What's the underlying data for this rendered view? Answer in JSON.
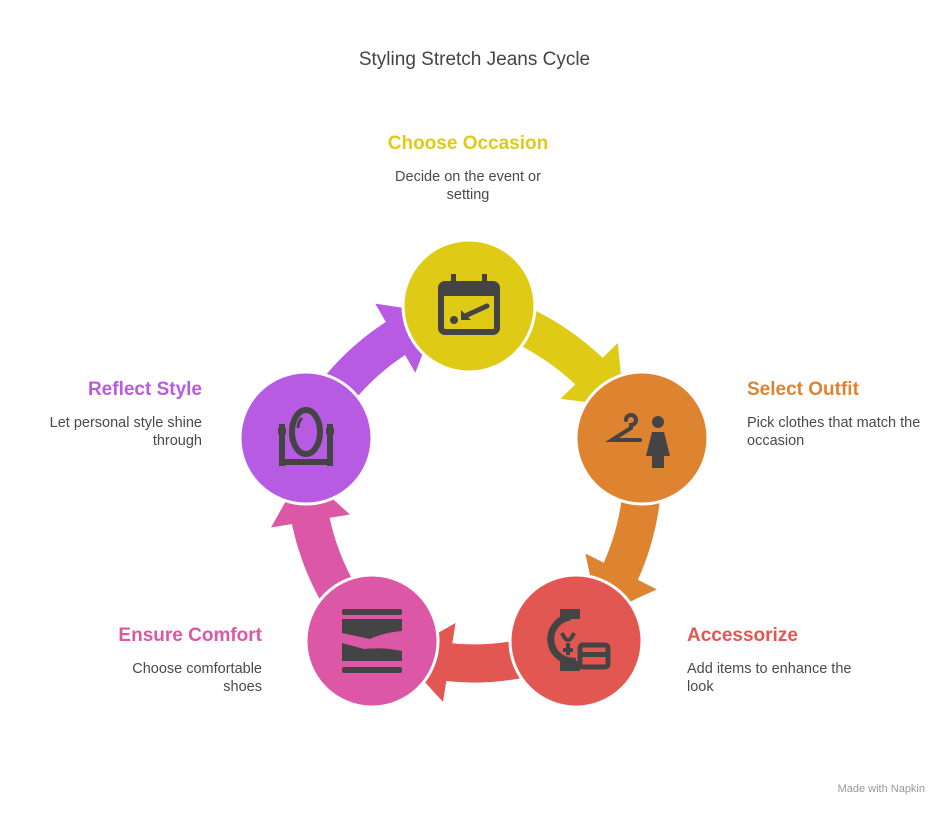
{
  "title": "Styling Stretch Jeans Cycle",
  "steps": [
    {
      "label": "Choose Occasion",
      "desc": "Decide on the event or setting",
      "color": "#DFCB16",
      "icon": "calendar-icon"
    },
    {
      "label": "Select Outfit",
      "desc": "Pick clothes that match the occasion",
      "color": "#DE8330",
      "icon": "hanger-person-icon"
    },
    {
      "label": "Accessorize",
      "desc": "Add items to enhance the look",
      "color": "#E35753",
      "icon": "watch-card-icon"
    },
    {
      "label": "Ensure Comfort",
      "desc": "Choose comfortable shoes",
      "color": "#DD57A7",
      "icon": "shoes-icon"
    },
    {
      "label": "Reflect Style",
      "desc": "Let personal style shine through",
      "color": "#B75BE3",
      "icon": "mirror-icon"
    }
  ],
  "footer": "Made with Napkin"
}
